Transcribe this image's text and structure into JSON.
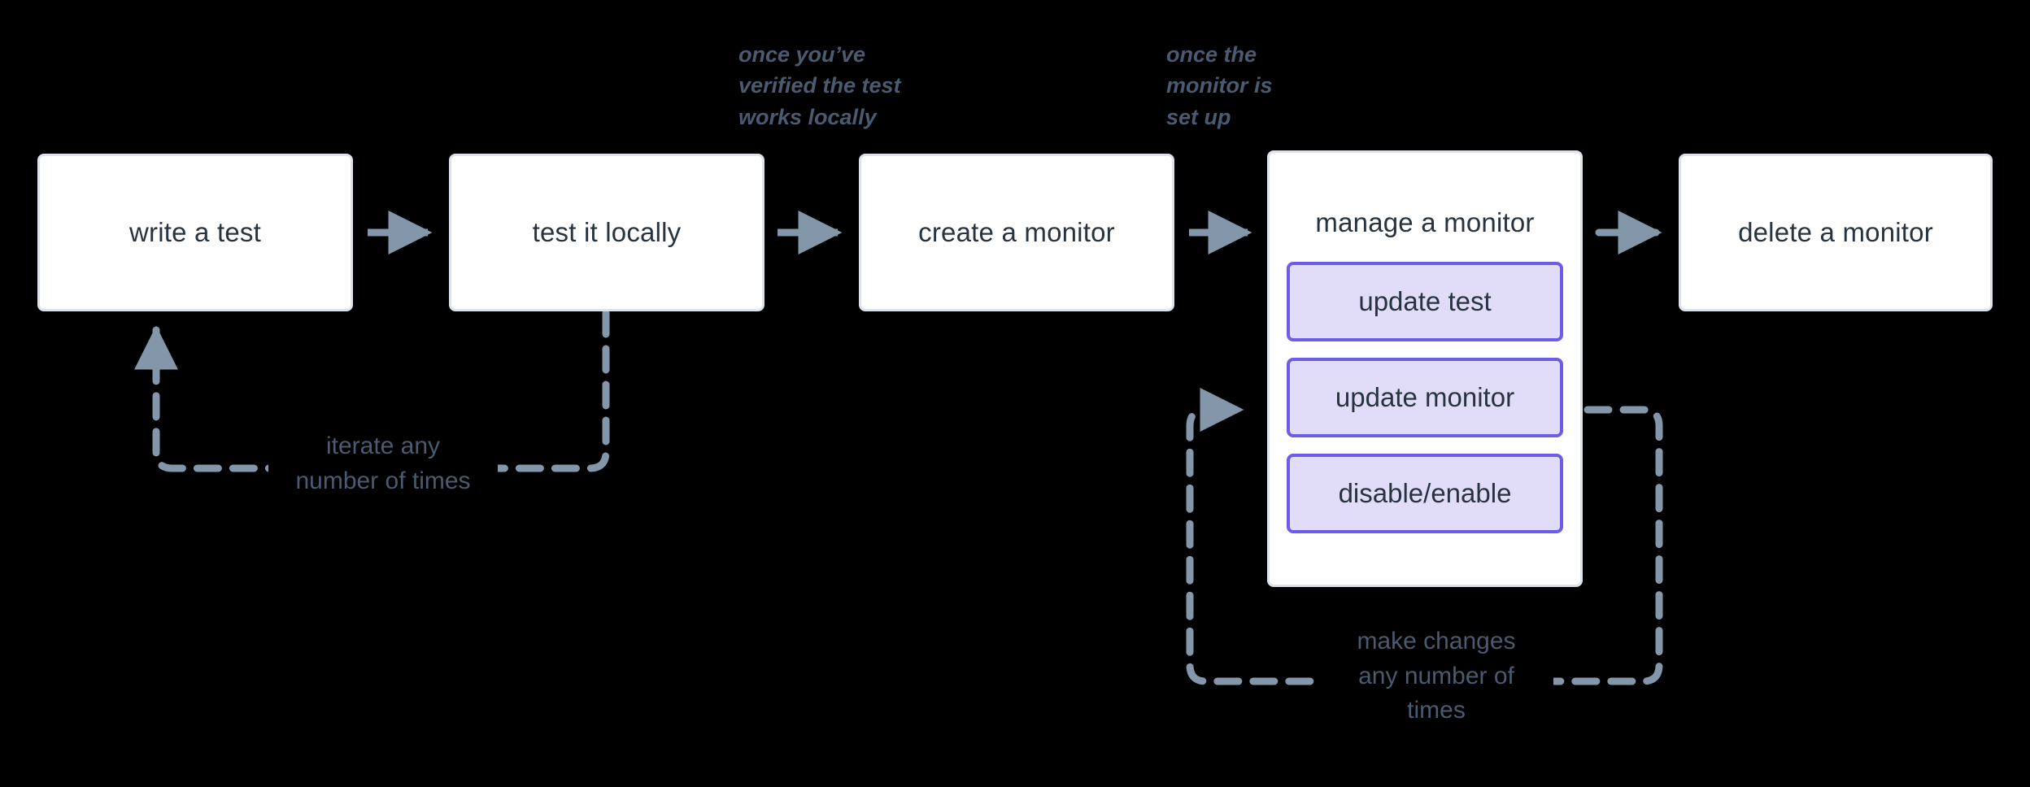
{
  "diagram": {
    "title": "synthetic monitor lifecycle flowchart",
    "background_color": "#000000",
    "node_border_color": "#DCE3EB",
    "node_fill_color": "#FFFFFF",
    "sub_node_border_color": "#6C5CE7",
    "sub_node_fill_color": "#E1DDF9",
    "edge_color": "#8496A9",
    "text_color": "#27343F",
    "note_color": "#4A5A70"
  },
  "nodes": [
    {
      "id": "write-a-test",
      "label": "write a test"
    },
    {
      "id": "test-it-locally",
      "label": "test it locally"
    },
    {
      "id": "create-a-monitor",
      "label": "create a monitor"
    },
    {
      "id": "manage-a-monitor",
      "label": "manage a monitor"
    },
    {
      "id": "delete-a-monitor",
      "label": "delete a monitor"
    }
  ],
  "sub_nodes": [
    {
      "id": "update-test",
      "label": "update test"
    },
    {
      "id": "update-monitor",
      "label": "update monitor"
    },
    {
      "id": "disable-enable",
      "label": "disable/enable"
    }
  ],
  "edge_notes": [
    {
      "id": "note-verified",
      "text": "once you’ve\nverified the test\nworks locally",
      "style": "italic"
    },
    {
      "id": "note-setup",
      "text": "once the\nmonitor is\nset up",
      "style": "italic"
    }
  ],
  "loop_notes": [
    {
      "id": "note-iterate",
      "text": "iterate any\nnumber of times"
    },
    {
      "id": "note-make-changes",
      "text": "make changes\nany number of\ntimes"
    }
  ],
  "edges": [
    {
      "id": "edge-write-to-test",
      "from": "write-a-test",
      "to": "test-it-locally",
      "style": "solid"
    },
    {
      "id": "edge-test-to-create",
      "from": "test-it-locally",
      "to": "create-a-monitor",
      "style": "solid"
    },
    {
      "id": "edge-create-to-manage",
      "from": "create-a-monitor",
      "to": "manage-a-monitor",
      "style": "solid"
    },
    {
      "id": "edge-manage-to-delete",
      "from": "manage-a-monitor",
      "to": "delete-a-monitor",
      "style": "dashed"
    },
    {
      "id": "edge-iterate-loop",
      "from": "test-it-locally",
      "to": "write-a-test",
      "style": "dashed"
    },
    {
      "id": "edge-manage-loop",
      "from": "manage-a-monitor",
      "to": "manage-a-monitor",
      "style": "dashed"
    }
  ]
}
